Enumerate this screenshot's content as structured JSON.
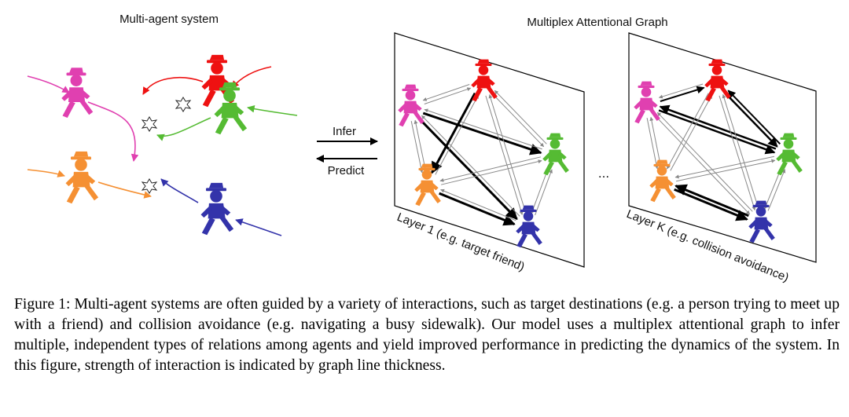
{
  "figure": {
    "left_title": "Multi-agent system",
    "right_title": "Multiplex Attentional Graph",
    "infer_label": "Infer",
    "predict_label": "Predict",
    "ellipsis": "...",
    "layer1_label": "Layer 1 (e.g. target friend)",
    "layerk_label": "Layer K (e.g. collision avoidance)"
  },
  "agents": [
    {
      "name": "pink",
      "color": "#e040b0"
    },
    {
      "name": "red",
      "color": "#ee1111"
    },
    {
      "name": "green",
      "color": "#55bb33"
    },
    {
      "name": "orange",
      "color": "#f59033"
    },
    {
      "name": "blue",
      "color": "#3333aa"
    }
  ],
  "caption": {
    "label": "Figure 1:",
    "text": "Multi-agent systems are often guided by a variety of interactions, such as target destinations (e.g.  a person trying to meet up with a friend) and collision avoidance (e.g.  navigating a busy sidewalk).  Our model uses a multiplex attentional graph to infer multiple, independent types of relations among agents and yield improved performance in predicting the dynamics of the system.  In this figure, strength of interaction is indicated by graph line thickness."
  }
}
